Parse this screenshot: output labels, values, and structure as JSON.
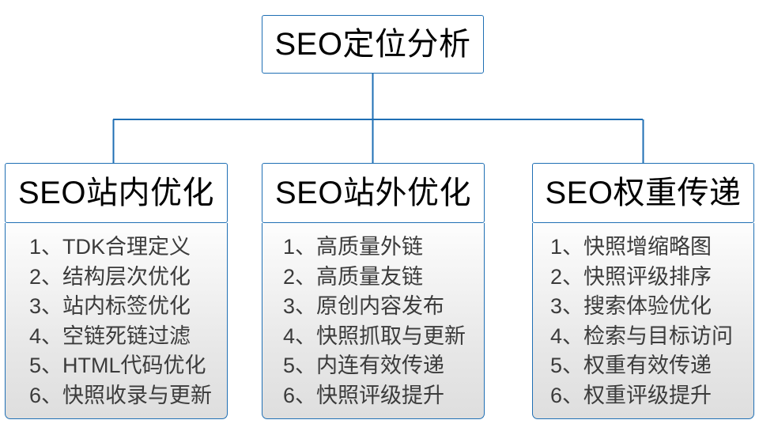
{
  "diagram": {
    "type": "organizational-tree",
    "orientation": "top-down",
    "levels": 2,
    "colors": {
      "border": "#1f6fb4",
      "connector": "#1f6fb4",
      "header_text": "#000000",
      "list_text": "#3b3b3b",
      "header_background": "#ffffff",
      "body_gradient_top": "#fdfdfd",
      "body_gradient_bottom": "#dedede",
      "canvas_background": "#ffffff"
    },
    "root": {
      "title": "SEO定位分析"
    },
    "branches": [
      {
        "title": "SEO站内优化",
        "items": [
          "1、TDK合理定义",
          "2、结构层次优化",
          "3、站内标签优化",
          "4、空链死链过滤",
          "5、HTML代码优化",
          "6、快照收录与更新"
        ]
      },
      {
        "title": "SEO站外优化",
        "items": [
          "1、高质量外链",
          "2、高质量友链",
          "3、原创内容发布",
          "4、快照抓取与更新",
          "5、内连有效传递",
          "6、快照评级提升"
        ]
      },
      {
        "title": "SEO权重传递",
        "items": [
          "1、快照增缩略图",
          "2、快照评级排序",
          "3、搜索体验优化",
          "4、检索与目标访问",
          "5、权重有效传递",
          "6、权重评级提升"
        ]
      }
    ]
  }
}
